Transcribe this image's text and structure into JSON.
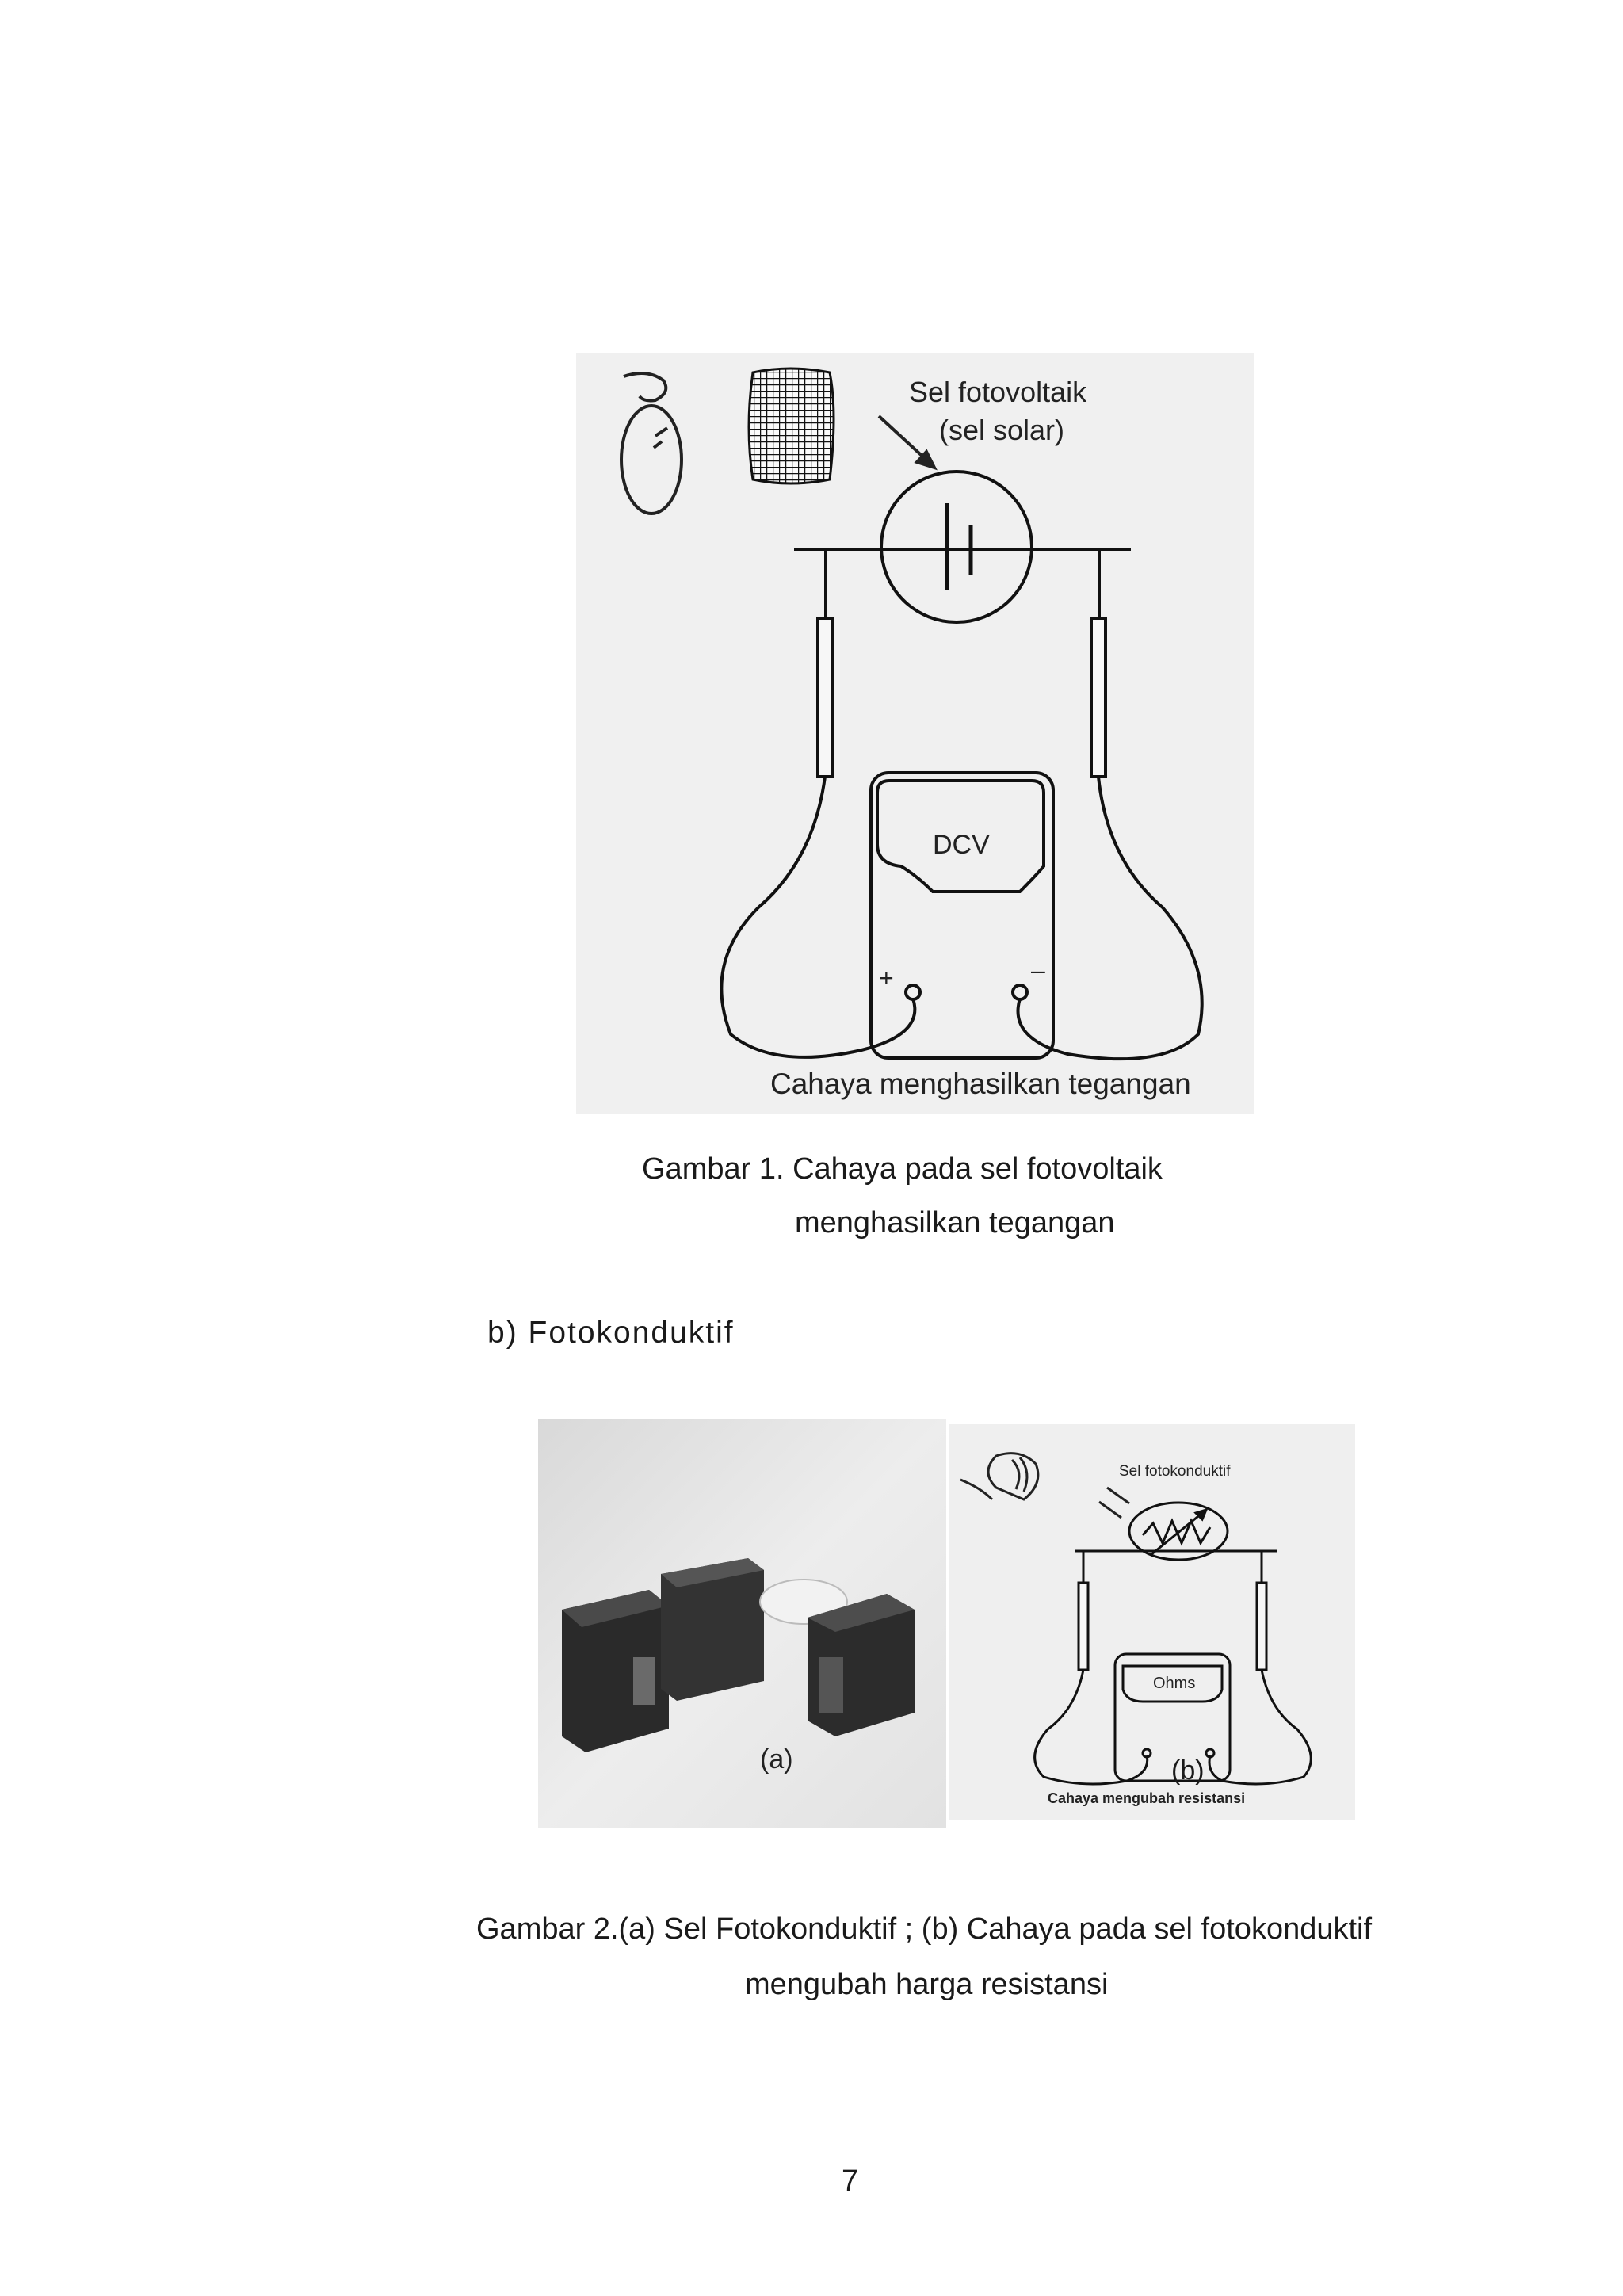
{
  "figure1": {
    "label_cell": "Sel fotovoltaik",
    "label_cell_alt": "(sel solar)",
    "meter_label": "DCV",
    "plus_sign": "+",
    "minus_sign": "–",
    "bottom_label": "Cahaya menghasilkan tegangan"
  },
  "caption1": {
    "line1": "Gambar 1. Cahaya pada sel fotovoltaik",
    "line2": "menghasilkan tegangan"
  },
  "section_b": "b)  Fotokonduktif",
  "figure2a": {
    "label": "(a)"
  },
  "figure2b": {
    "label_cell": "Sel fotokonduktif",
    "meter_label": "Ohms",
    "bottom_label": "Cahaya mengubah resistansi",
    "label": "(b)"
  },
  "caption2": {
    "line1": "Gambar 2.(a) Sel Fotokonduktif ; (b) Cahaya pada sel fotokonduktif",
    "line2": "mengubah harga resistansi"
  },
  "page_number": "7"
}
